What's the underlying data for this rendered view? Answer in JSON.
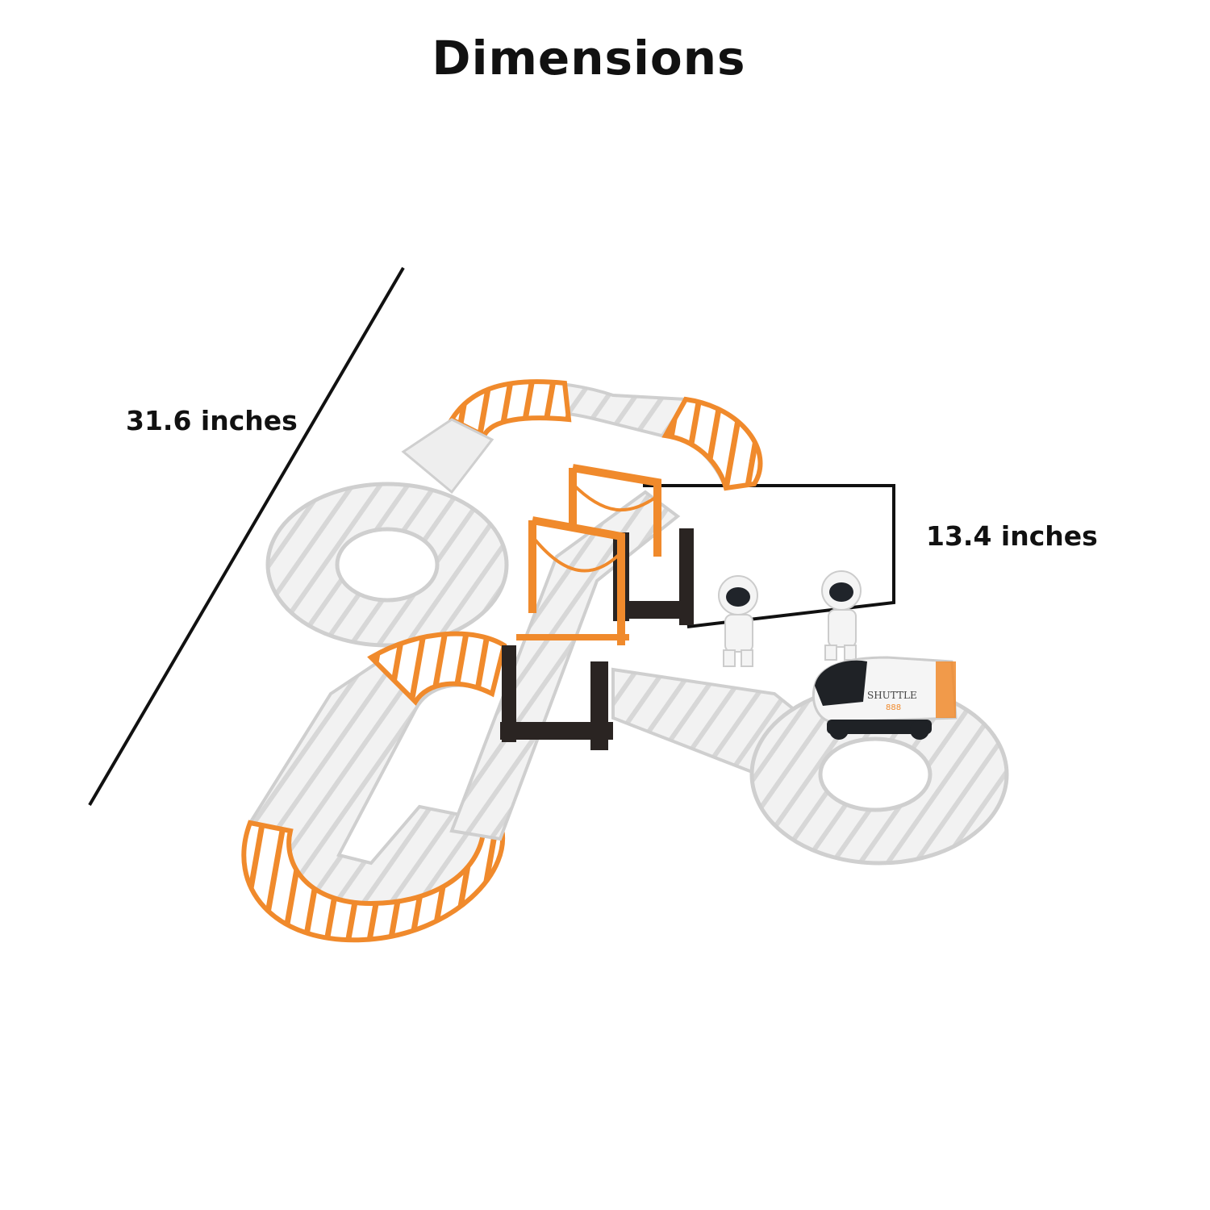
{
  "title": "Dimensions",
  "dimensions": {
    "length_label": "31.6 inches",
    "height_label": "13.4 inches"
  },
  "product": {
    "vehicle_text": "SHUTTLE",
    "vehicle_number": "888"
  },
  "colors": {
    "track_orange": "#f08a2c",
    "track_white": "#f2f2f2",
    "track_edge": "#cfcfcf",
    "pillar_black": "#2a2422",
    "text": "#111111"
  }
}
